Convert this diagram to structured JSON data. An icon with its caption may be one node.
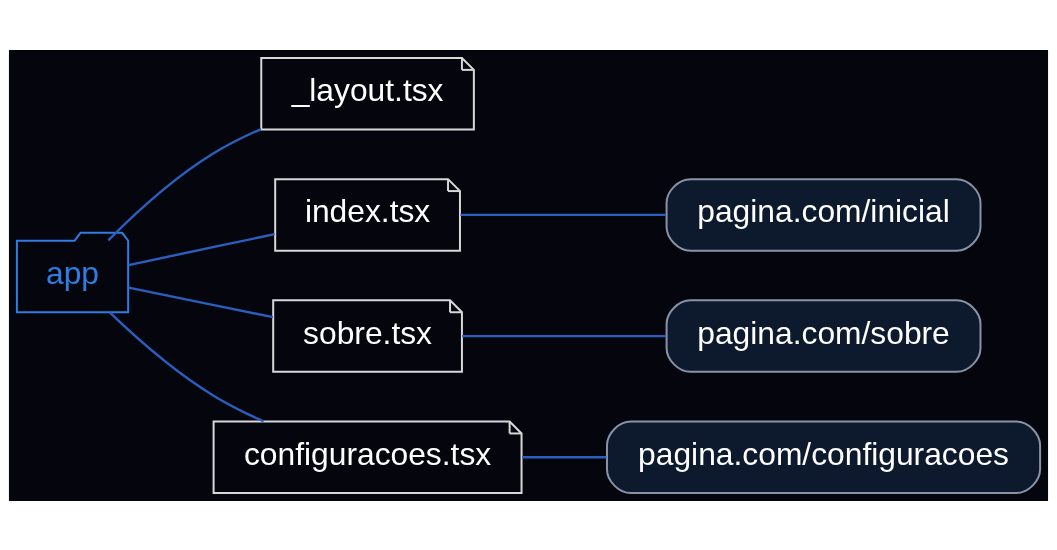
{
  "diagram": {
    "nodes": [
      {
        "text": [
          "app"
        ]
      },
      {
        "text": [
          "_layout.tsx"
        ]
      },
      {
        "text": [
          "index.tsx"
        ]
      },
      {
        "text": [
          "sobre.tsx"
        ]
      },
      {
        "text": [
          "configuracoes.tsx"
        ]
      },
      {
        "text": [
          "pagina.com/inicial"
        ]
      },
      {
        "text": [
          "pagina.com/sobre"
        ]
      },
      {
        "text": [
          "pagina.com/configuracoes"
        ]
      }
    ],
    "edges": [
      {
        "from": 0,
        "to": 1,
        "arrow": "none"
      },
      {
        "from": 0,
        "to": 2,
        "arrow": "none"
      },
      {
        "from": 0,
        "to": 3,
        "arrow": "none"
      },
      {
        "from": 0,
        "to": 4,
        "arrow": "none"
      },
      {
        "from": 2,
        "to": 5,
        "arrow": "none"
      },
      {
        "from": 3,
        "to": 6,
        "arrow": "none"
      },
      {
        "from": 4,
        "to": 7,
        "arrow": "none"
      }
    ]
  }
}
